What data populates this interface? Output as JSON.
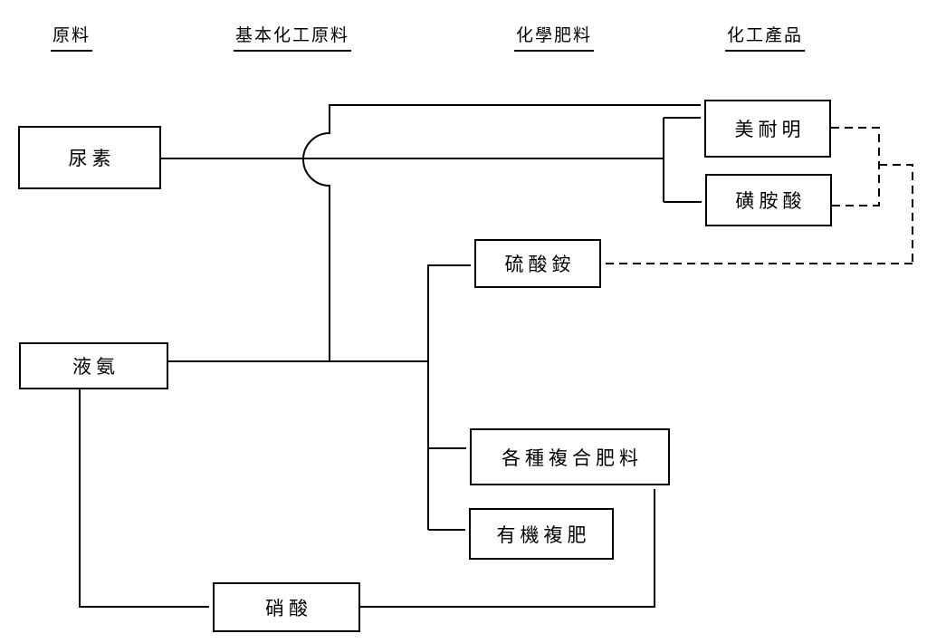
{
  "diagram": {
    "title": "chemical-production-flowchart",
    "colors": {
      "line": "#000000",
      "text": "#000000",
      "background": "#ffffff"
    },
    "columns": [
      {
        "id": "raw-materials",
        "label": "原料"
      },
      {
        "id": "basic-chemical-raw-materials",
        "label": "基本化工原料"
      },
      {
        "id": "chemical-fertilizers",
        "label": "化學肥料"
      },
      {
        "id": "chemical-products",
        "label": "化工產品"
      }
    ],
    "nodes": [
      {
        "id": "urea",
        "label": "尿素",
        "column": "raw-materials"
      },
      {
        "id": "liquid-ammonia",
        "label": "液氨",
        "column": "raw-materials"
      },
      {
        "id": "melamine",
        "label": "美耐明",
        "column": "chemical-products"
      },
      {
        "id": "sulfamic-acid",
        "label": "磺胺酸",
        "column": "chemical-products"
      },
      {
        "id": "ammonium-sulfate",
        "label": "硫酸銨",
        "column": "chemical-fertilizers"
      },
      {
        "id": "compound-fertilizers",
        "label": "各種複合肥料",
        "column": "chemical-fertilizers"
      },
      {
        "id": "organic-compound-fertilizer",
        "label": "有機複肥",
        "column": "chemical-fertilizers"
      },
      {
        "id": "nitric-acid",
        "label": "硝酸",
        "column": "basic-chemical-raw-materials"
      }
    ],
    "edges": [
      {
        "from": "urea",
        "to": "melamine",
        "style": "solid"
      },
      {
        "from": "urea",
        "to": "sulfamic-acid",
        "style": "solid"
      },
      {
        "from": "liquid-ammonia",
        "to": "melamine",
        "style": "solid",
        "note": "crosses urea line with semicircular line-jump"
      },
      {
        "from": "liquid-ammonia",
        "to": "ammonium-sulfate",
        "style": "solid"
      },
      {
        "from": "liquid-ammonia",
        "to": "compound-fertilizers",
        "style": "solid"
      },
      {
        "from": "liquid-ammonia",
        "to": "organic-compound-fertilizer",
        "style": "solid"
      },
      {
        "from": "liquid-ammonia",
        "to": "nitric-acid",
        "style": "solid"
      },
      {
        "from": "nitric-acid",
        "to": "compound-fertilizers",
        "style": "solid"
      },
      {
        "from": "melamine",
        "to": "ammonium-sulfate",
        "style": "dashed"
      },
      {
        "from": "sulfamic-acid",
        "to": "ammonium-sulfate",
        "style": "dashed"
      }
    ]
  }
}
